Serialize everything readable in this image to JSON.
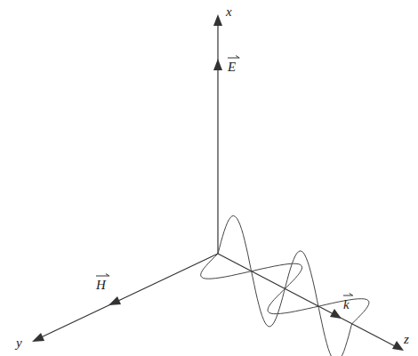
{
  "diagram": {
    "labels": [
      "x",
      "E",
      "H",
      "k",
      "y",
      "z"
    ]
  }
}
